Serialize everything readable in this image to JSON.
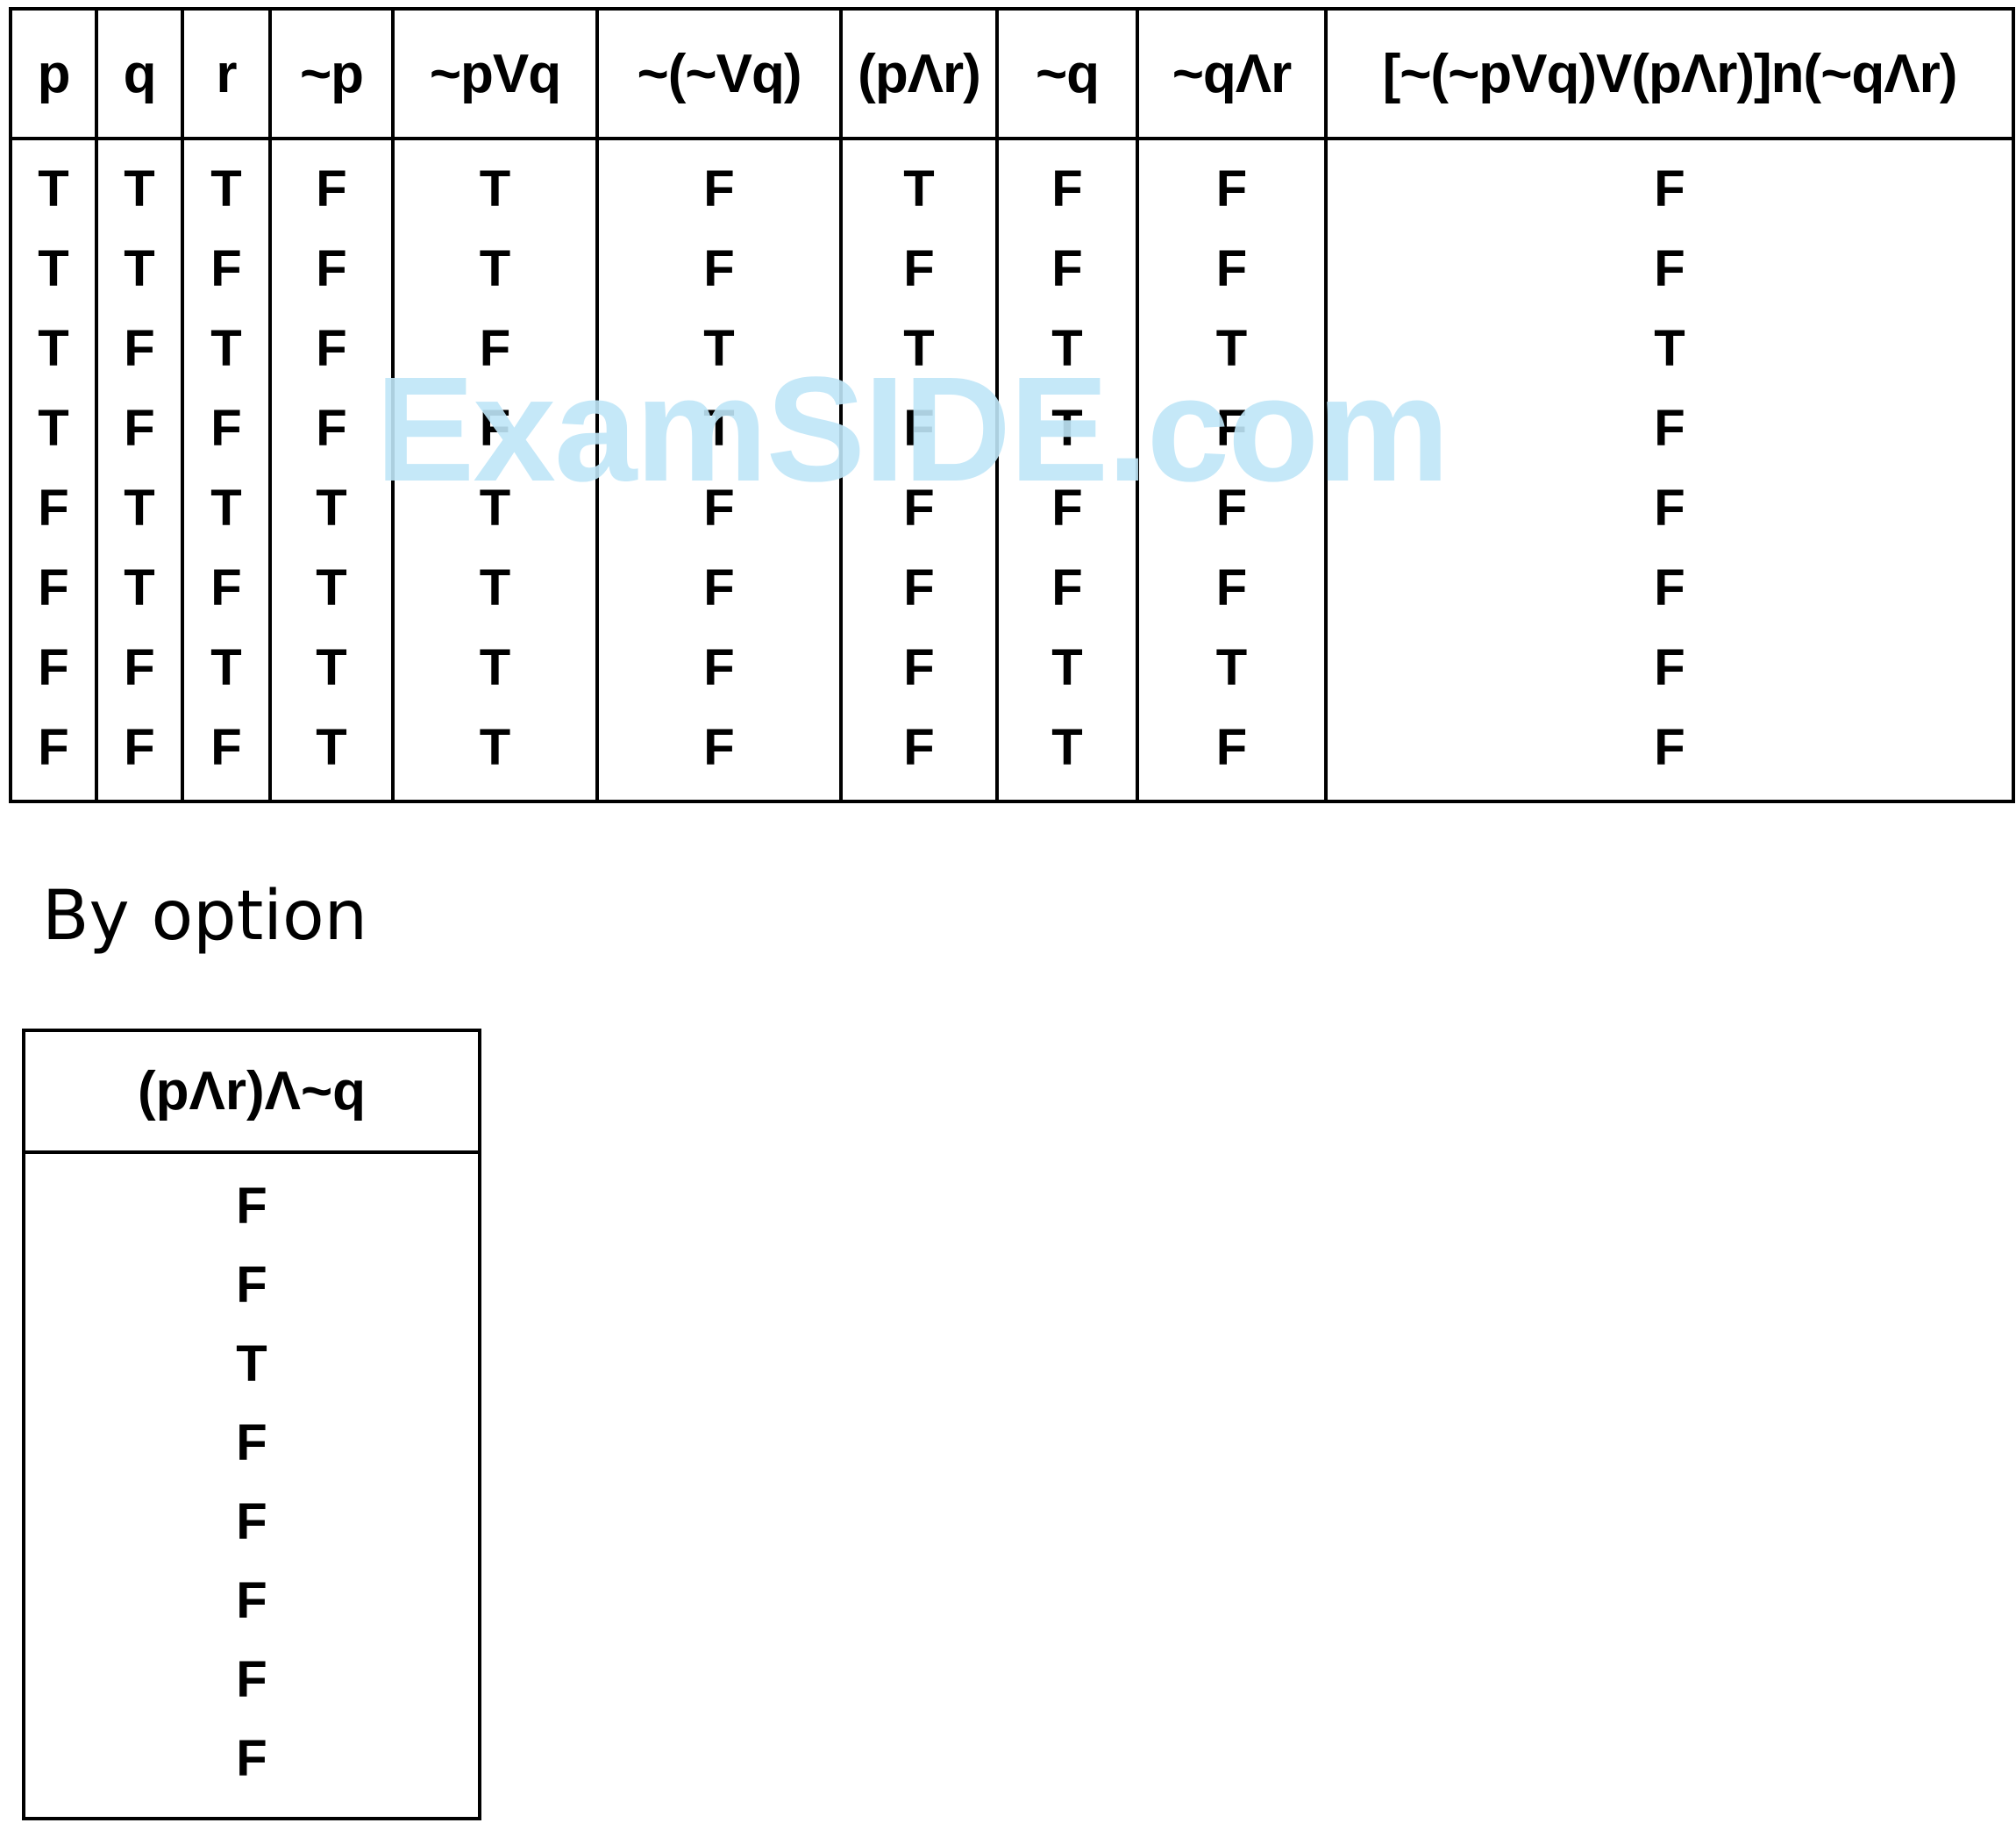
{
  "truth_table": {
    "headers": [
      "p",
      "q",
      "r",
      "~p",
      "~pVq",
      "~(~Vq)",
      "(pΛr)",
      "~q",
      "~qΛr",
      "[~(~pVq)V(pΛr)]n(~qΛr)"
    ],
    "rows": [
      [
        "T",
        "T",
        "T",
        "F",
        "T",
        "F",
        "T",
        "F",
        "F",
        "F"
      ],
      [
        "T",
        "T",
        "F",
        "F",
        "T",
        "F",
        "F",
        "F",
        "F",
        "F"
      ],
      [
        "T",
        "F",
        "T",
        "F",
        "F",
        "T",
        "T",
        "T",
        "T",
        "T"
      ],
      [
        "T",
        "F",
        "F",
        "F",
        "F",
        "T",
        "F",
        "T",
        "F",
        "F"
      ],
      [
        "F",
        "T",
        "T",
        "T",
        "T",
        "F",
        "F",
        "F",
        "F",
        "F"
      ],
      [
        "F",
        "T",
        "F",
        "T",
        "T",
        "F",
        "F",
        "F",
        "F",
        "F"
      ],
      [
        "F",
        "F",
        "T",
        "T",
        "T",
        "F",
        "F",
        "T",
        "T",
        "F"
      ],
      [
        "F",
        "F",
        "F",
        "T",
        "T",
        "F",
        "F",
        "T",
        "F",
        "F"
      ]
    ]
  },
  "by_option_label": "By option",
  "option_table": {
    "header": "(pΛr)Λ~q",
    "values": [
      "F",
      "F",
      "T",
      "F",
      "F",
      "F",
      "F",
      "F"
    ]
  },
  "watermark_text": "ExamSIDE.com",
  "colors": {
    "watermark": "#bfe6f8",
    "lines": "#000000"
  }
}
